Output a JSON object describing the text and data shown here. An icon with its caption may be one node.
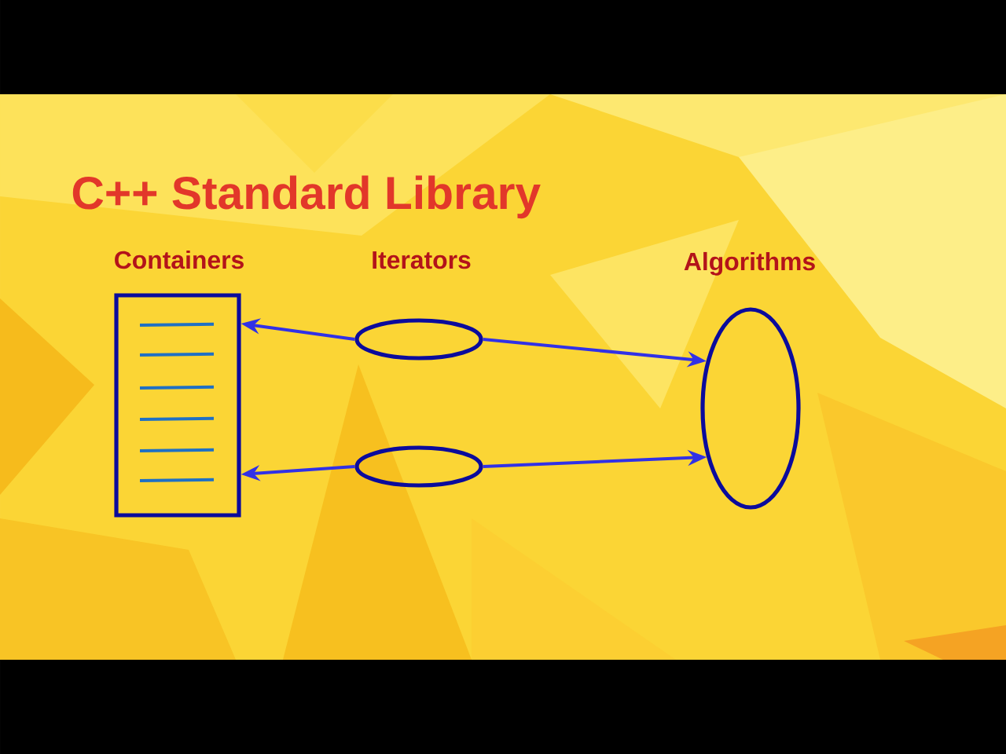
{
  "diagram": {
    "title": "C++ Standard Library",
    "nodes": [
      {
        "text": [
          "Containers"
        ]
      },
      {
        "text": [],
        "shape": "ellipse"
      },
      {
        "text": [],
        "shape": "ellipse"
      },
      {
        "text": [
          "Algorithms"
        ]
      }
    ],
    "edges": [
      {
        "from": 1,
        "to": 0,
        "arrow": "to"
      },
      {
        "from": 1,
        "to": 3,
        "arrow": "to"
      },
      {
        "from": 2,
        "to": 0,
        "arrow": "to"
      },
      {
        "from": 2,
        "to": 3,
        "arrow": "to"
      }
    ],
    "labels": [
      "Iterators"
    ]
  }
}
